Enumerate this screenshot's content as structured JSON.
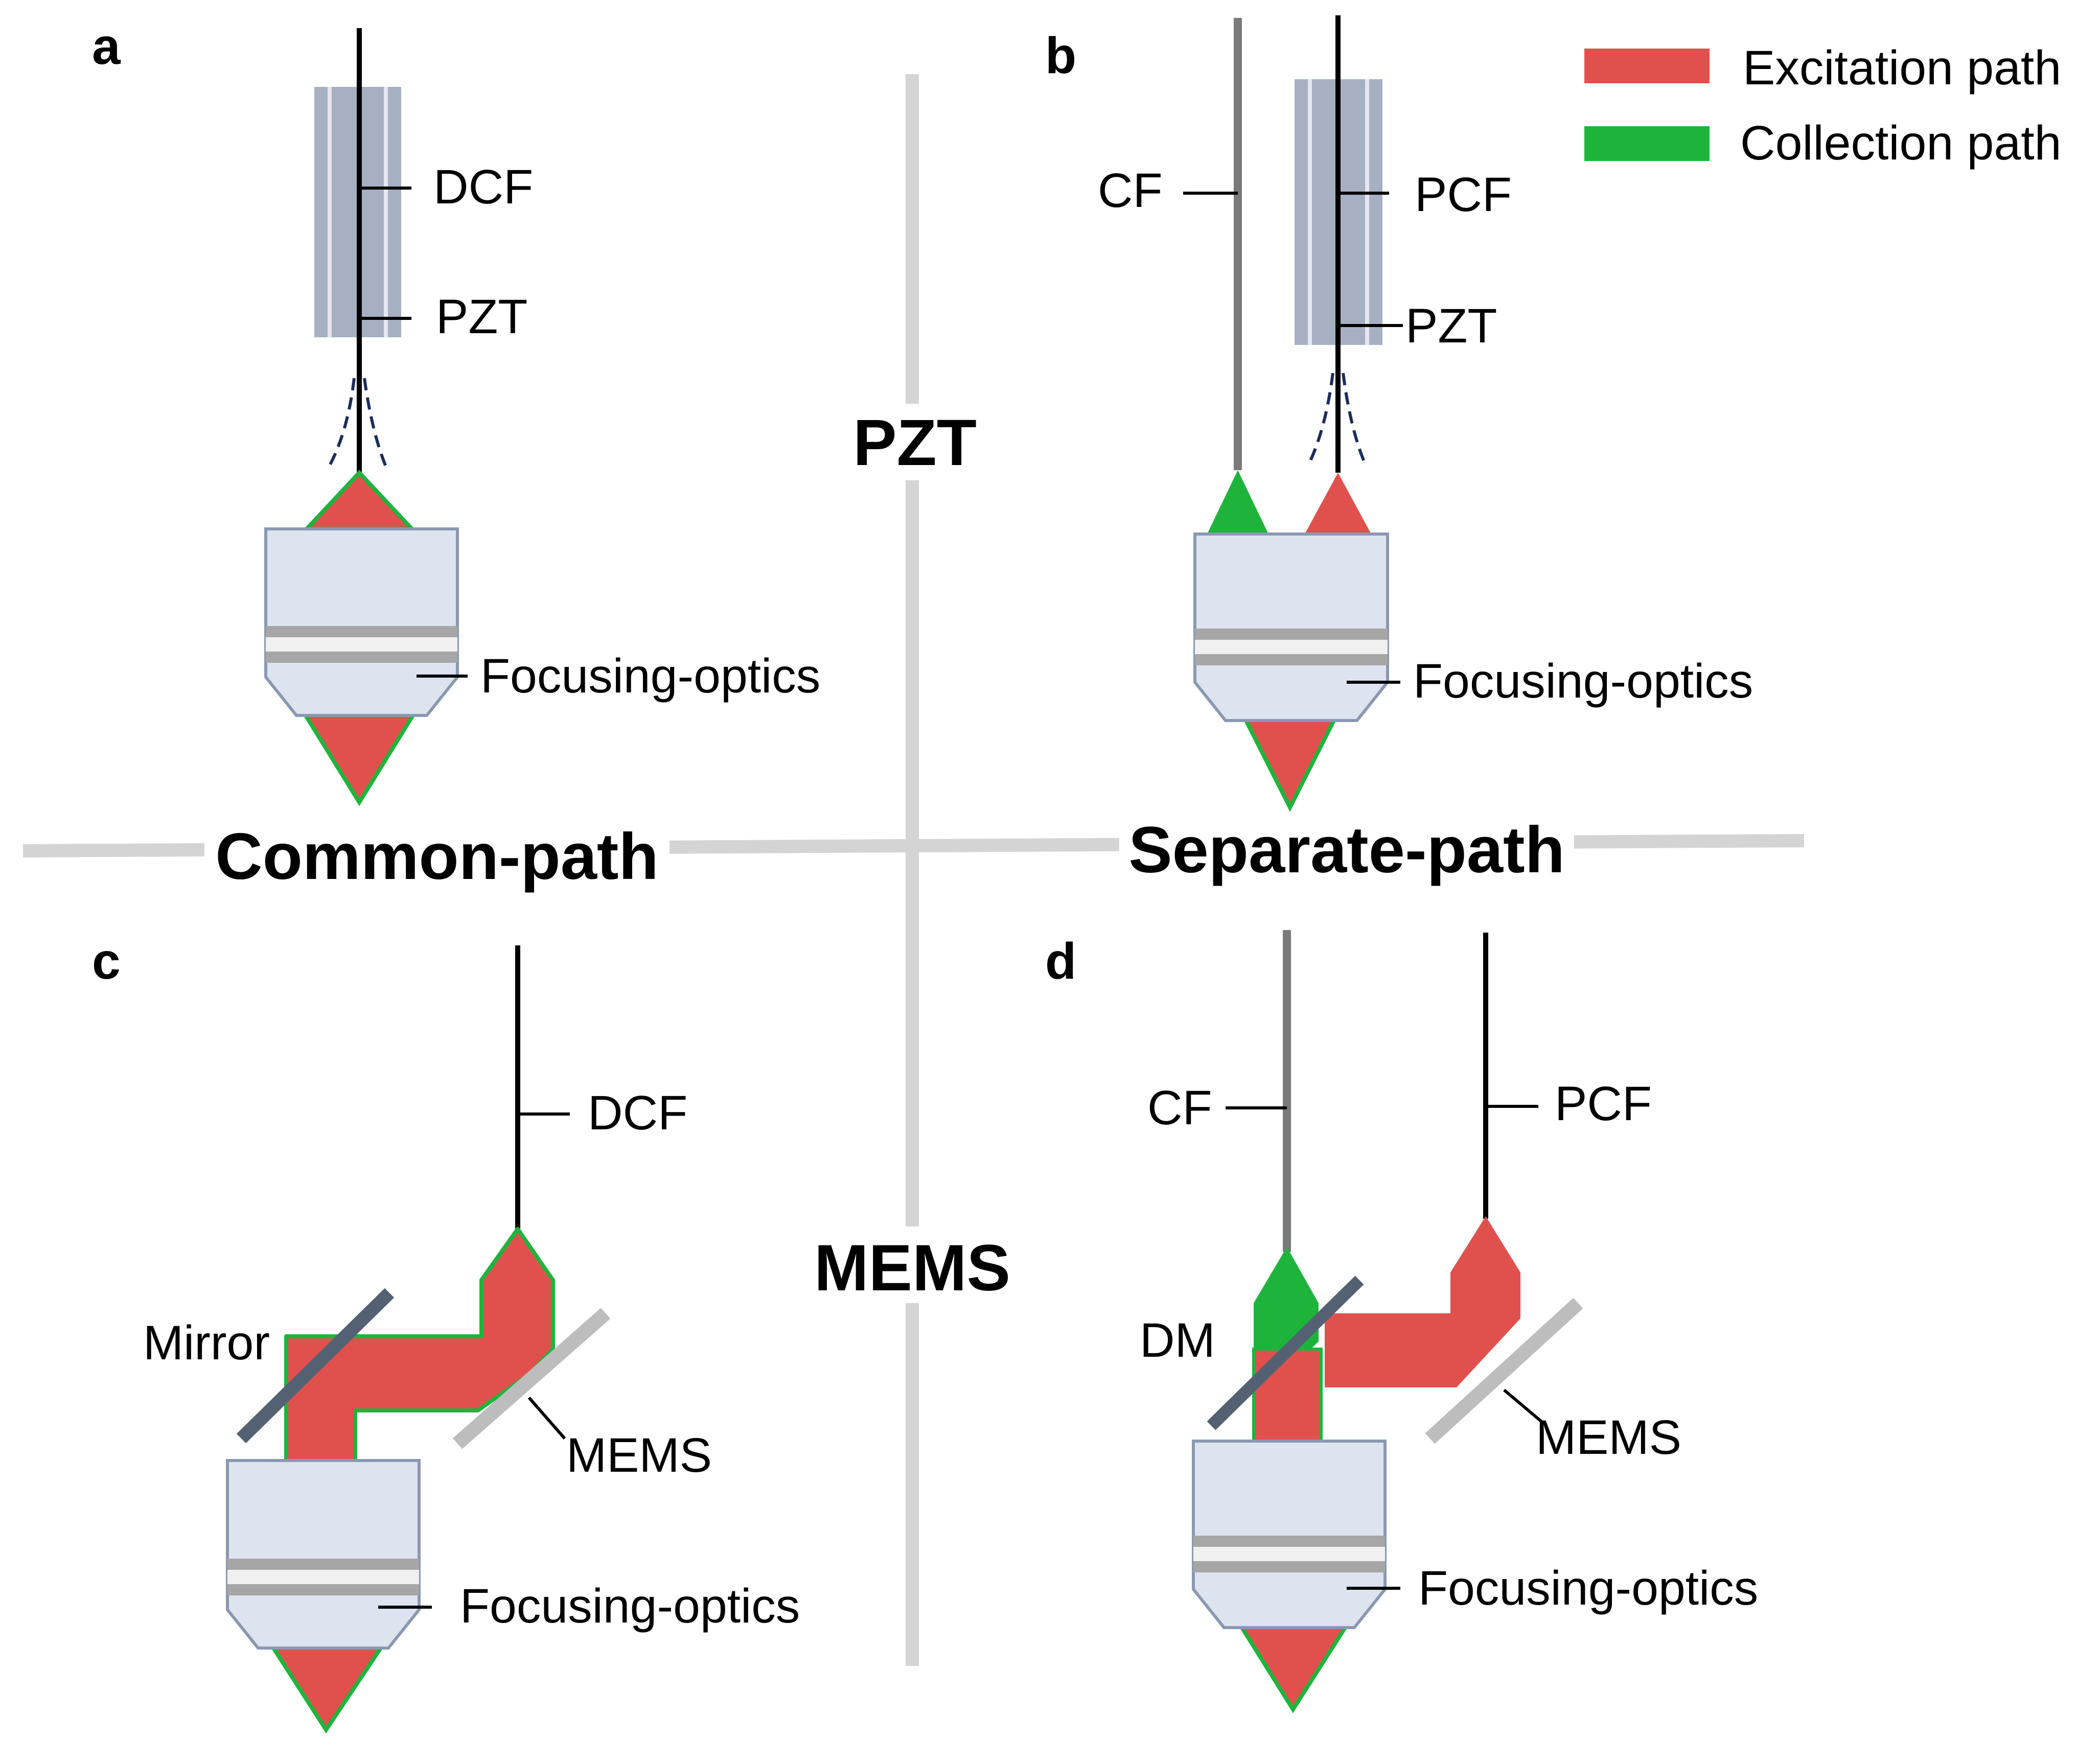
{
  "colors": {
    "excitation": "#e0514e",
    "collection": "#1eb43c",
    "fiber_black": "#000000",
    "fiber_gray": "#7a7a7a",
    "pzt_tube": "#a7afc3",
    "optics_body": "#dde3ef",
    "optics_edge": "#8a99b0",
    "mirror": "#546173",
    "mems": "#bdbdbd",
    "axis": "#d4d4d4"
  },
  "legend": {
    "excitation": "Excitation path",
    "collection": "Collection path"
  },
  "axes": {
    "top": "PZT",
    "bottom": "MEMS",
    "left": "Common-path",
    "right": "Separate-path"
  },
  "panels": {
    "a": {
      "letter": "a",
      "fiber": "DCF",
      "actuator": "PZT",
      "optics": "Focusing-optics"
    },
    "b": {
      "letter": "b",
      "collection_fiber": "CF",
      "excitation_fiber": "PCF",
      "actuator": "PZT",
      "optics": "Focusing-optics"
    },
    "c": {
      "letter": "c",
      "fiber": "DCF",
      "mirror": "Mirror",
      "scanner": "MEMS",
      "optics": "Focusing-optics"
    },
    "d": {
      "letter": "d",
      "collection_fiber": "CF",
      "excitation_fiber": "PCF",
      "dichroic": "DM",
      "scanner": "MEMS",
      "optics": "Focusing-optics"
    }
  }
}
